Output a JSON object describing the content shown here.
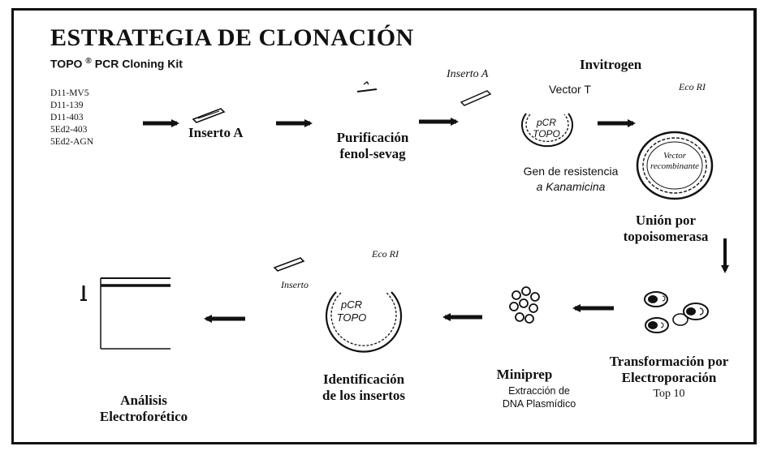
{
  "title": "ESTRATEGIA DE CLONACIÓN",
  "kit": {
    "name": "TOPO",
    "reg": "®",
    "suffix": "PCR Cloning Kit"
  },
  "company": "Invitrogen",
  "samples": [
    "D11-MV5",
    "D11-139",
    "D11-403",
    "5Ed2-403",
    "5Ed2-AGN"
  ],
  "steps": {
    "inserto_a": "Inserto A",
    "purificacion": [
      "Purificación",
      "fenol-sevag"
    ],
    "inserto_a_label": "Inserto A",
    "vector_t": "Vector T",
    "pcr_topo": [
      "pCR",
      "TOPO"
    ],
    "gen_resistencia": [
      "Gen de resistencia",
      "a Kanamicina"
    ],
    "eco_ri_top": "Eco RI",
    "vector_recombinante": [
      "Vector",
      "recombinante"
    ],
    "union": [
      "Unión por",
      "topoisomerasa"
    ],
    "transformacion": [
      "Transformación por",
      "Electroporación",
      "Top 10"
    ],
    "miniprep": "Miniprep",
    "extraccion": [
      "Extracción de",
      "DNA Plasmídico"
    ],
    "eco_ri_bottom": "Eco RI",
    "inserto_bottom": "Inserto",
    "pcr_topo_bottom": [
      "pCR",
      "TOPO"
    ],
    "identificacion": [
      "Identificación",
      "de los insertos"
    ],
    "analisis": [
      "Análisis",
      "Electroforético"
    ]
  },
  "colors": {
    "ink": "#111111",
    "background": "#ffffff"
  }
}
